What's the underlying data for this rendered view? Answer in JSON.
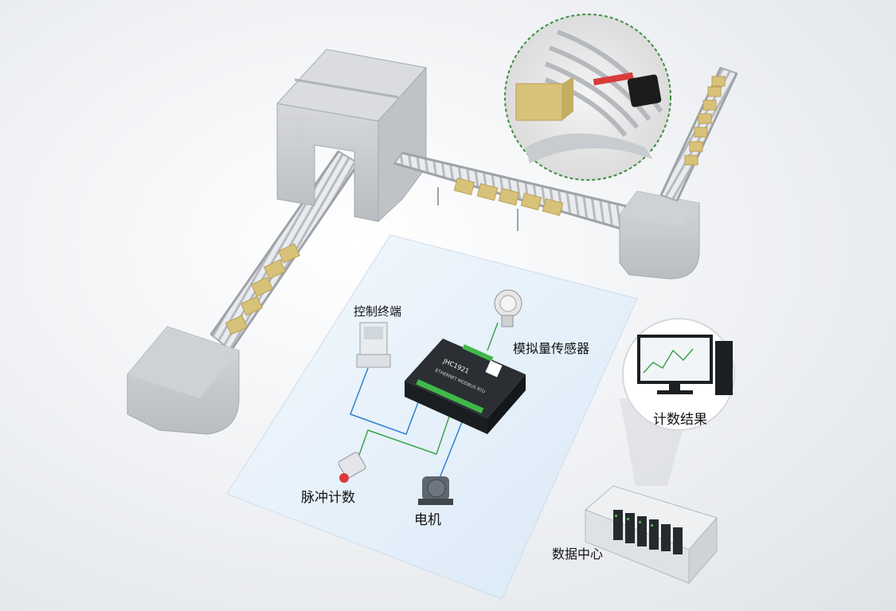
{
  "labels": {
    "control_terminal": "控制终端",
    "analog_sensor": "模拟量传感器",
    "pulse_count": "脉冲计数",
    "motor": "电机",
    "count_result": "计数结果",
    "data_center": "数据中心"
  },
  "device": {
    "model": "JHC1921",
    "interface": "ETHERNET MODBUS RTU"
  },
  "colors": {
    "panel": "#e6f1fb",
    "wire_blue": "#2f7fd0",
    "wire_green": "#3fa34d",
    "box": "#d8c27a",
    "structure": "#c9ccd0",
    "zoom_border": "#3c8f3c"
  }
}
